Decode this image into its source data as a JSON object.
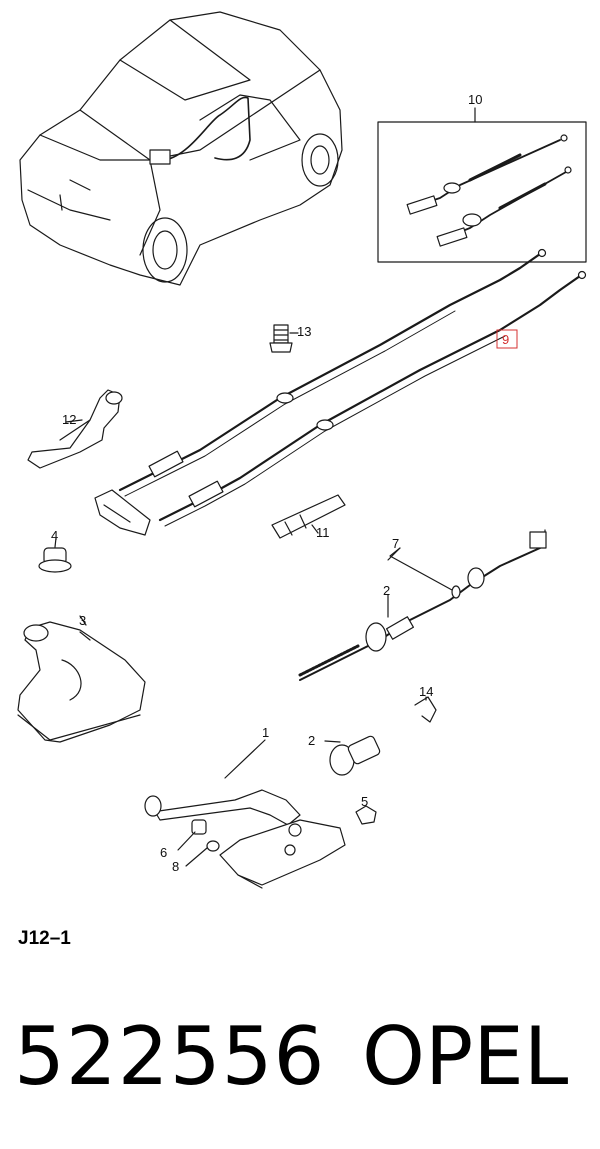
{
  "diagram": {
    "callouts": {
      "c1": "1",
      "c2a": "2",
      "c2b": "2",
      "c3": "3",
      "c4": "4",
      "c5": "5",
      "c6": "6",
      "c7": "7",
      "c8": "8",
      "c9": "9",
      "c10": "10",
      "c11": "11",
      "c12": "12",
      "c13": "13",
      "c14": "14"
    },
    "highlight_color": "#d43030",
    "line_color": "#1a1a1a"
  },
  "footer": {
    "diagram_code": "J12–1",
    "part_number": "522556",
    "brand": "OPEL"
  }
}
